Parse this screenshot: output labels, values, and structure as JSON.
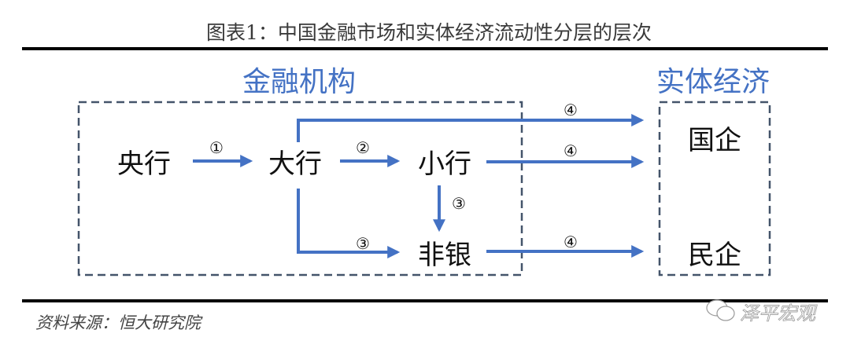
{
  "title": "图表1：中国金融市场和实体经济流动性分层的层次",
  "groups": {
    "financial": "金融机构",
    "real": "实体经济"
  },
  "nodes": {
    "central_bank": "央行",
    "big_banks": "大行",
    "small_banks": "小行",
    "non_banks": "非银",
    "soe": "国企",
    "private": "民企"
  },
  "labels": {
    "step1": "①",
    "step2": "②",
    "step3": "③",
    "step4": "④"
  },
  "source": "资料来源：恒大研究院",
  "watermark": "泽平宏观",
  "colors": {
    "flow": "#4472c4",
    "box": "#44546a"
  }
}
